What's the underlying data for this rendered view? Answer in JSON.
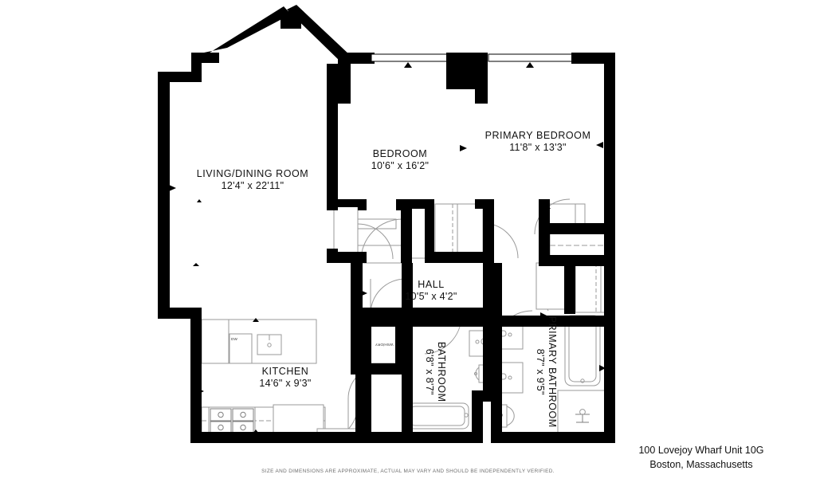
{
  "document": {
    "type": "floor-plan",
    "address_line1": "100 Lovejoy Wharf Unit 10G",
    "address_line2": "Boston, Massachusetts",
    "disclaimer": "SIZE AND DIMENSIONS ARE APPROXIMATE, ACTUAL MAY VARY AND SHOULD BE INDEPENDENTLY VERIFIED.",
    "background_color": "#ffffff",
    "wall_color": "#000000",
    "fixture_line_color": "#9a9a9a"
  },
  "rooms": [
    {
      "id": "living-dining",
      "name": "LIVING/DINING ROOM",
      "dimensions": "12'4\" x 22'11\"",
      "orientation": "horizontal"
    },
    {
      "id": "bedroom",
      "name": "BEDROOM",
      "dimensions": "10'6\" x 16'2\"",
      "orientation": "horizontal"
    },
    {
      "id": "primary-bedroom",
      "name": "PRIMARY BEDROOM",
      "dimensions": "11'8\" x 13'3\"",
      "orientation": "horizontal"
    },
    {
      "id": "hall",
      "name": "HALL",
      "dimensions": "10'5\" x 4'2\"",
      "orientation": "horizontal"
    },
    {
      "id": "kitchen",
      "name": "KITCHEN",
      "dimensions": "14'6\" x 9'3\"",
      "orientation": "horizontal"
    },
    {
      "id": "bathroom",
      "name": "BATHROOM",
      "dimensions": "6'8\" x 8'7\"",
      "orientation": "vertical"
    },
    {
      "id": "primary-bathroom",
      "name": "PRIMARY BATHROOM",
      "dimensions": "8'7\" x 9'5\"",
      "orientation": "vertical"
    }
  ],
  "appliances": [
    {
      "id": "dishwasher",
      "label": "DW"
    },
    {
      "id": "washer-dryer",
      "label": "WSH/DRY"
    }
  ],
  "fixtures": [
    "kitchen-sink",
    "cooktop",
    "kitchen-island",
    "bathtub",
    "shower",
    "toilet",
    "vanity-sink",
    "double-vanity",
    "closet-shelf"
  ]
}
